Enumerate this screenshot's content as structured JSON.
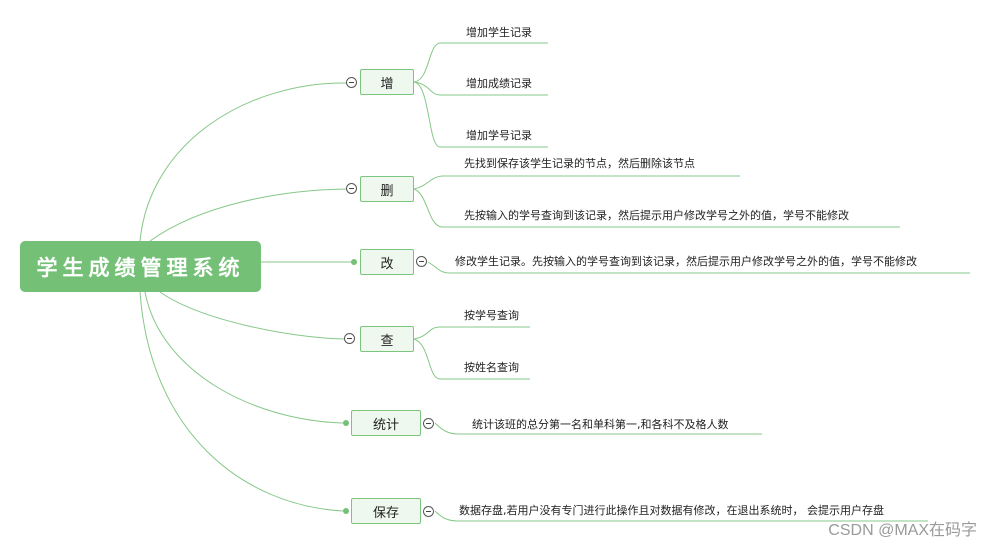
{
  "root": {
    "label": "学生成绩管理系统"
  },
  "branches": [
    {
      "label": "增",
      "leaves": [
        "增加学生记录",
        "增加成绩记录",
        "增加学号记录"
      ]
    },
    {
      "label": "删",
      "leaves": [
        "先找到保存该学生记录的节点，然后删除该节点",
        "先按输入的学号查询到该记录，然后提示用户修改学号之外的值，学号不能修改"
      ]
    },
    {
      "label": "改",
      "leaves": [
        "修改学生记录。先按输入的学号查询到该记录，然后提示用户修改学号之外的值，学号不能修改"
      ]
    },
    {
      "label": "查",
      "leaves": [
        "按学号查询",
        "按姓名查询"
      ]
    },
    {
      "label": "统计",
      "leaves": [
        "统计该班的总分第一名和单科第一,和各科不及格人数"
      ]
    },
    {
      "label": "保存",
      "leaves": [
        "数据存盘,若用户没有专门进行此操作且对数据有修改，在退出系统时，  会提示用户存盘"
      ]
    }
  ],
  "watermark": "CSDN @MAX在码字",
  "colors": {
    "line": "#86c888",
    "root": "#74c076",
    "node_fill": "#eef8ee",
    "node_border": "#7cc57e"
  }
}
